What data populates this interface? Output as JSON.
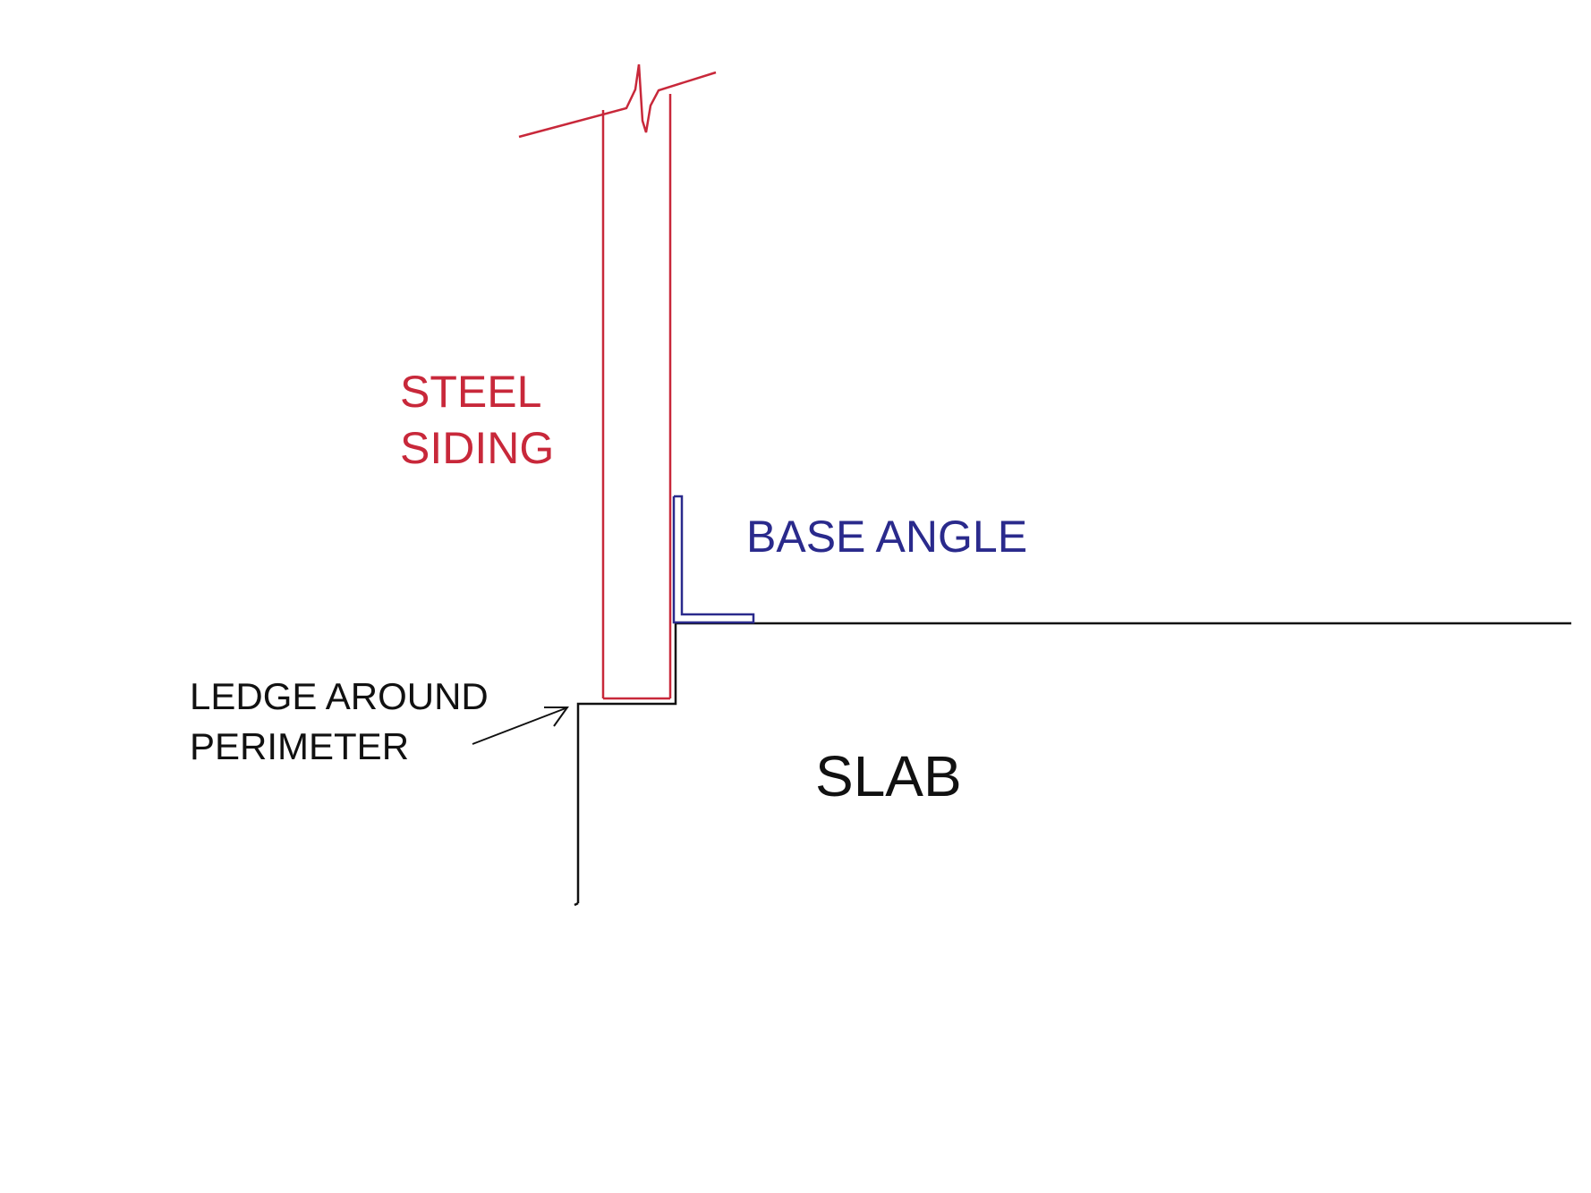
{
  "labels": {
    "steel_siding": [
      "STEEL",
      "SIDING"
    ],
    "base_angle": "BASE ANGLE",
    "ledge": [
      "LEDGE AROUND",
      "PERIMETER"
    ],
    "slab": "SLAB"
  },
  "colors": {
    "background": "#ffffff",
    "siding": "#c8283a",
    "base_angle": "#2a2a8c",
    "slab": "#111111"
  }
}
